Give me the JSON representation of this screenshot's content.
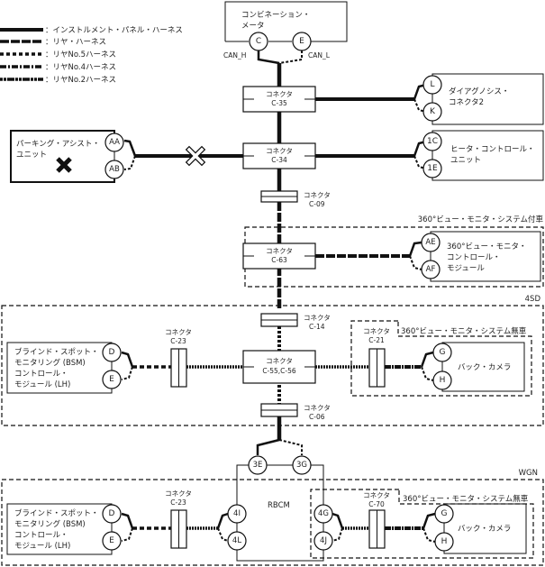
{
  "legend": [
    {
      "style": "instrument",
      "label": "：インストルメント・パネル・ハーネス"
    },
    {
      "style": "rear",
      "label": "：リヤ・ハーネス"
    },
    {
      "style": "no5",
      "label": "：リヤNo.5ハーネス"
    },
    {
      "style": "no4",
      "label": "：リヤNo.4ハーネス"
    },
    {
      "style": "no2",
      "label": "：リヤNo.2ハーネス"
    }
  ],
  "units": {
    "meter": {
      "line1": "コンビネーション・",
      "line2": "メータ",
      "pins": [
        "C",
        "E"
      ],
      "pin_labels": [
        "CAN_H",
        "CAN_L"
      ]
    },
    "diag": {
      "line1": "ダイアグノシス・",
      "line2": "コネクタ2",
      "pins": [
        "L",
        "K"
      ]
    },
    "heater": {
      "line1": "ヒータ・コントロール・",
      "line2": "ユニット",
      "pins": [
        "1C",
        "1E"
      ]
    },
    "parking": {
      "line1": "パーキング・アシスト・",
      "line2": "ユニット",
      "pins": [
        "AA",
        "AB"
      ],
      "status_icon": "x-mark-icon"
    },
    "avm": {
      "line1": "360°ビュー・モニタ・",
      "line2": "コントロール・",
      "line3": "モジュール",
      "pins": [
        "AE",
        "AF"
      ]
    },
    "bsm_4sd": {
      "line1": "ブラインド・スポット・",
      "line2": "モニタリング (BSM)",
      "line3": "コントロール・",
      "line4": "モジュール (LH)",
      "pins": [
        "D",
        "E"
      ]
    },
    "camera_4sd": {
      "label": "バック・カメラ",
      "pins": [
        "G",
        "H"
      ]
    },
    "rbcm": {
      "label": "RBCM",
      "pins": [
        "3E",
        "3G",
        "4I",
        "4L",
        "4G",
        "4J"
      ]
    },
    "bsm_wgn": {
      "line1": "ブラインド・スポット・",
      "line2": "モニタリング (BSM)",
      "line3": "コントロール・",
      "line4": "モジュール (LH)",
      "pins": [
        "D",
        "E"
      ]
    },
    "camera_wgn": {
      "label": "バック・カメラ",
      "pins": [
        "G",
        "H"
      ]
    }
  },
  "connectors": {
    "c35": {
      "name": "コネクタ",
      "id": "C-35"
    },
    "c34": {
      "name": "コネクタ",
      "id": "C-34"
    },
    "c09": {
      "name": "コネクタ",
      "id": "C-09"
    },
    "c63": {
      "name": "コネクタ",
      "id": "C-63"
    },
    "c14": {
      "name": "コネクタ",
      "id": "C-14"
    },
    "c5556": {
      "name": "コネクタ",
      "id": "C-55,C-56"
    },
    "c23a": {
      "name": "コネクタ",
      "id": "C-23"
    },
    "c21": {
      "name": "コネクタ",
      "id": "C-21"
    },
    "c06": {
      "name": "コネクタ",
      "id": "C-06"
    },
    "c23b": {
      "name": "コネクタ",
      "id": "C-23"
    },
    "c70": {
      "name": "コネクタ",
      "id": "C-70"
    }
  },
  "regions": {
    "avm_equipped": "360°ビュー・モニタ・システム付車",
    "sd4": "4SD",
    "avm_none_4sd": "360°ビュー・モニタ・システム無車",
    "wgn": "WGN",
    "avm_none_wgn": "360°ビュー・モニタ・システム無車"
  }
}
